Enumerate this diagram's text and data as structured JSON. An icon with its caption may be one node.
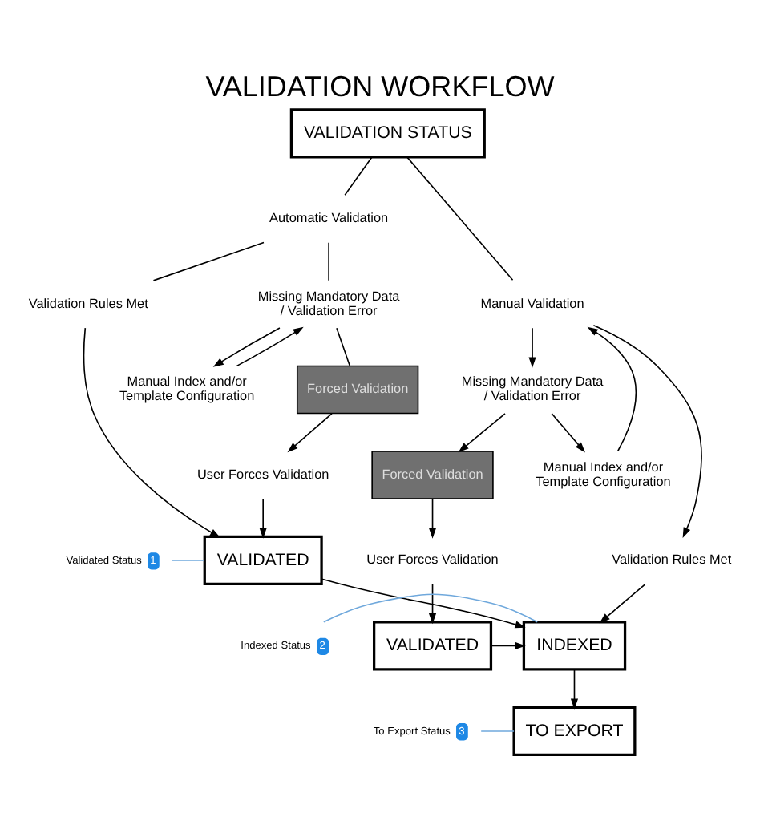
{
  "diagram": {
    "title": "VALIDATION WORKFLOW",
    "nodes": [
      {
        "text": [
          "VALIDATION STATUS"
        ]
      },
      {
        "text": [
          "Automatic Validation"
        ]
      },
      {
        "text": [
          "Manual Validation"
        ]
      },
      {
        "text": [
          "Validation Rules Met"
        ]
      },
      {
        "text": [
          "Missing Mandatory Data / Validation Error"
        ]
      },
      {
        "text": [
          "Forced Validation"
        ]
      },
      {
        "text": [
          "Manual Index and/or Template Configuration"
        ]
      },
      {
        "text": [
          "User Forces Validation"
        ]
      },
      {
        "text": [
          "VALIDATED"
        ]
      },
      {
        "text": [
          "Validation Rules Met"
        ]
      },
      {
        "text": [
          "Missing Mandatory Data / Validation Error"
        ]
      },
      {
        "text": [
          "Forced Validation"
        ]
      },
      {
        "text": [
          "Manual Index and/or Template Configuration"
        ]
      },
      {
        "text": [
          "User Forces Validation"
        ]
      },
      {
        "text": [
          "VALIDATED"
        ]
      },
      {
        "text": [
          "INDEXED"
        ]
      },
      {
        "text": [
          "TO EXPORT"
        ]
      },
      {
        "text": [
          "1"
        ],
        "beside": [
          "Validated Status"
        ]
      },
      {
        "text": [
          "2"
        ],
        "beside": [
          "Indexed Status"
        ]
      },
      {
        "text": [
          "3"
        ],
        "beside": [
          "To Export Status"
        ]
      }
    ],
    "edges": [
      {
        "from": 0,
        "to": 1,
        "arrow": "none"
      },
      {
        "from": 0,
        "to": 2,
        "arrow": "none"
      },
      {
        "from": 1,
        "to": 3,
        "arrow": "none"
      },
      {
        "from": 1,
        "to": 4,
        "arrow": "none"
      },
      {
        "from": 4,
        "to": 5,
        "arrow": "none"
      },
      {
        "from": 4,
        "to": 6,
        "arrow": "to"
      },
      {
        "from": 5,
        "to": 7,
        "arrow": "to"
      },
      {
        "from": 6,
        "to": 4,
        "arrow": "to"
      },
      {
        "from": 3,
        "to": 8,
        "arrow": "to"
      },
      {
        "from": 7,
        "to": 8,
        "arrow": "to"
      },
      {
        "from": 2,
        "to": 9,
        "arrow": "to"
      },
      {
        "from": 2,
        "to": 10,
        "arrow": "to"
      },
      {
        "from": 10,
        "to": 11,
        "arrow": "to"
      },
      {
        "from": 10,
        "to": 12,
        "arrow": "to"
      },
      {
        "from": 11,
        "to": 13,
        "arrow": "to"
      },
      {
        "from": 12,
        "to": 2,
        "arrow": "to"
      },
      {
        "from": 13,
        "to": 14,
        "arrow": "to"
      },
      {
        "from": 8,
        "to": 15,
        "arrow": "to"
      },
      {
        "from": 9,
        "to": 15,
        "arrow": "to"
      },
      {
        "from": 14,
        "to": 15,
        "arrow": "to"
      },
      {
        "from": 15,
        "to": 16,
        "arrow": "to"
      },
      {
        "from": 17,
        "to": 8,
        "arrow": "none",
        "color": "#6fa8dc"
      },
      {
        "from": 18,
        "to": 15,
        "arrow": "none",
        "color": "#6fa8dc"
      },
      {
        "from": 19,
        "to": 16,
        "arrow": "none",
        "color": "#6fa8dc"
      }
    ]
  }
}
